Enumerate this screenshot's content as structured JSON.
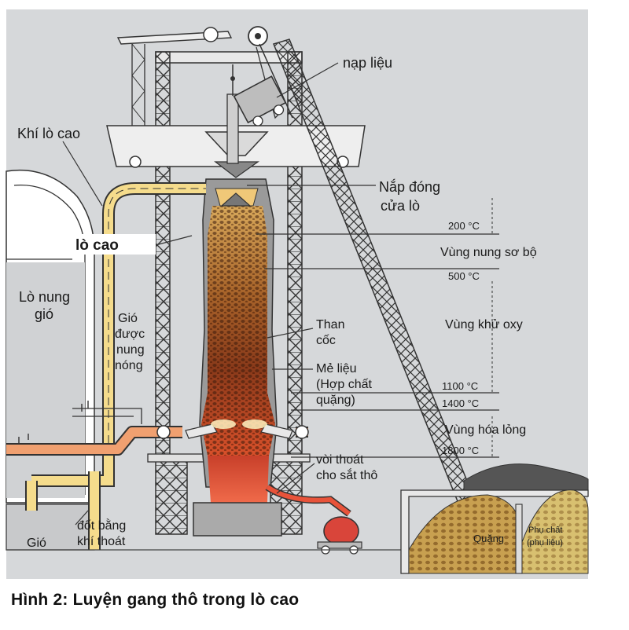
{
  "caption": "Hình 2: Luyện gang thô trong lò cao",
  "labels": {
    "nap_lieu": "nạp liệu",
    "khi_lo_cao": "Khí lò cao",
    "nap_dong_1": "Nắp đóng",
    "nap_dong_2": "cửa lò",
    "lo_cao": "lò cao",
    "lo_nung_1": "Lò nung",
    "lo_nung_2": "gió",
    "gio_duoc_1": "Gió",
    "gio_duoc_2": "được",
    "gio_duoc_3": "nung",
    "gio_duoc_4": "nóng",
    "than_coc_1": "Than",
    "than_coc_2": "cốc",
    "me_lieu_1": "Mẻ liệu",
    "me_lieu_2": "(Hợp chất",
    "me_lieu_3": "quặng)",
    "voi_thoat_1": "vòi thoát",
    "voi_thoat_2": "cho sắt thô",
    "dot_bang_1": "đốt bằng",
    "dot_bang_2": "khí thoát",
    "gio": "Gió",
    "quang": "Quặng",
    "phu_chat_1": "Phụ chất",
    "phu_chat_2": "(phụ liệu)"
  },
  "zones": {
    "t200": "200 °C",
    "vung_nung": "Vùng nung sơ bộ",
    "t500": "500 °C",
    "vung_khu": "Vùng khử oxy",
    "t1100": "1100 °C",
    "t1400": "1400 °C",
    "vung_hoa": "Vùng hóa lỏng",
    "t1800": "1800 °C"
  },
  "colors": {
    "background_panel": "#d6d8da",
    "gas_pipe": "#f5dc8c",
    "hot_air": "#f0a070",
    "molten_iron": "#e8533a",
    "pump": "#d9453a",
    "ore": "#c8a050"
  }
}
